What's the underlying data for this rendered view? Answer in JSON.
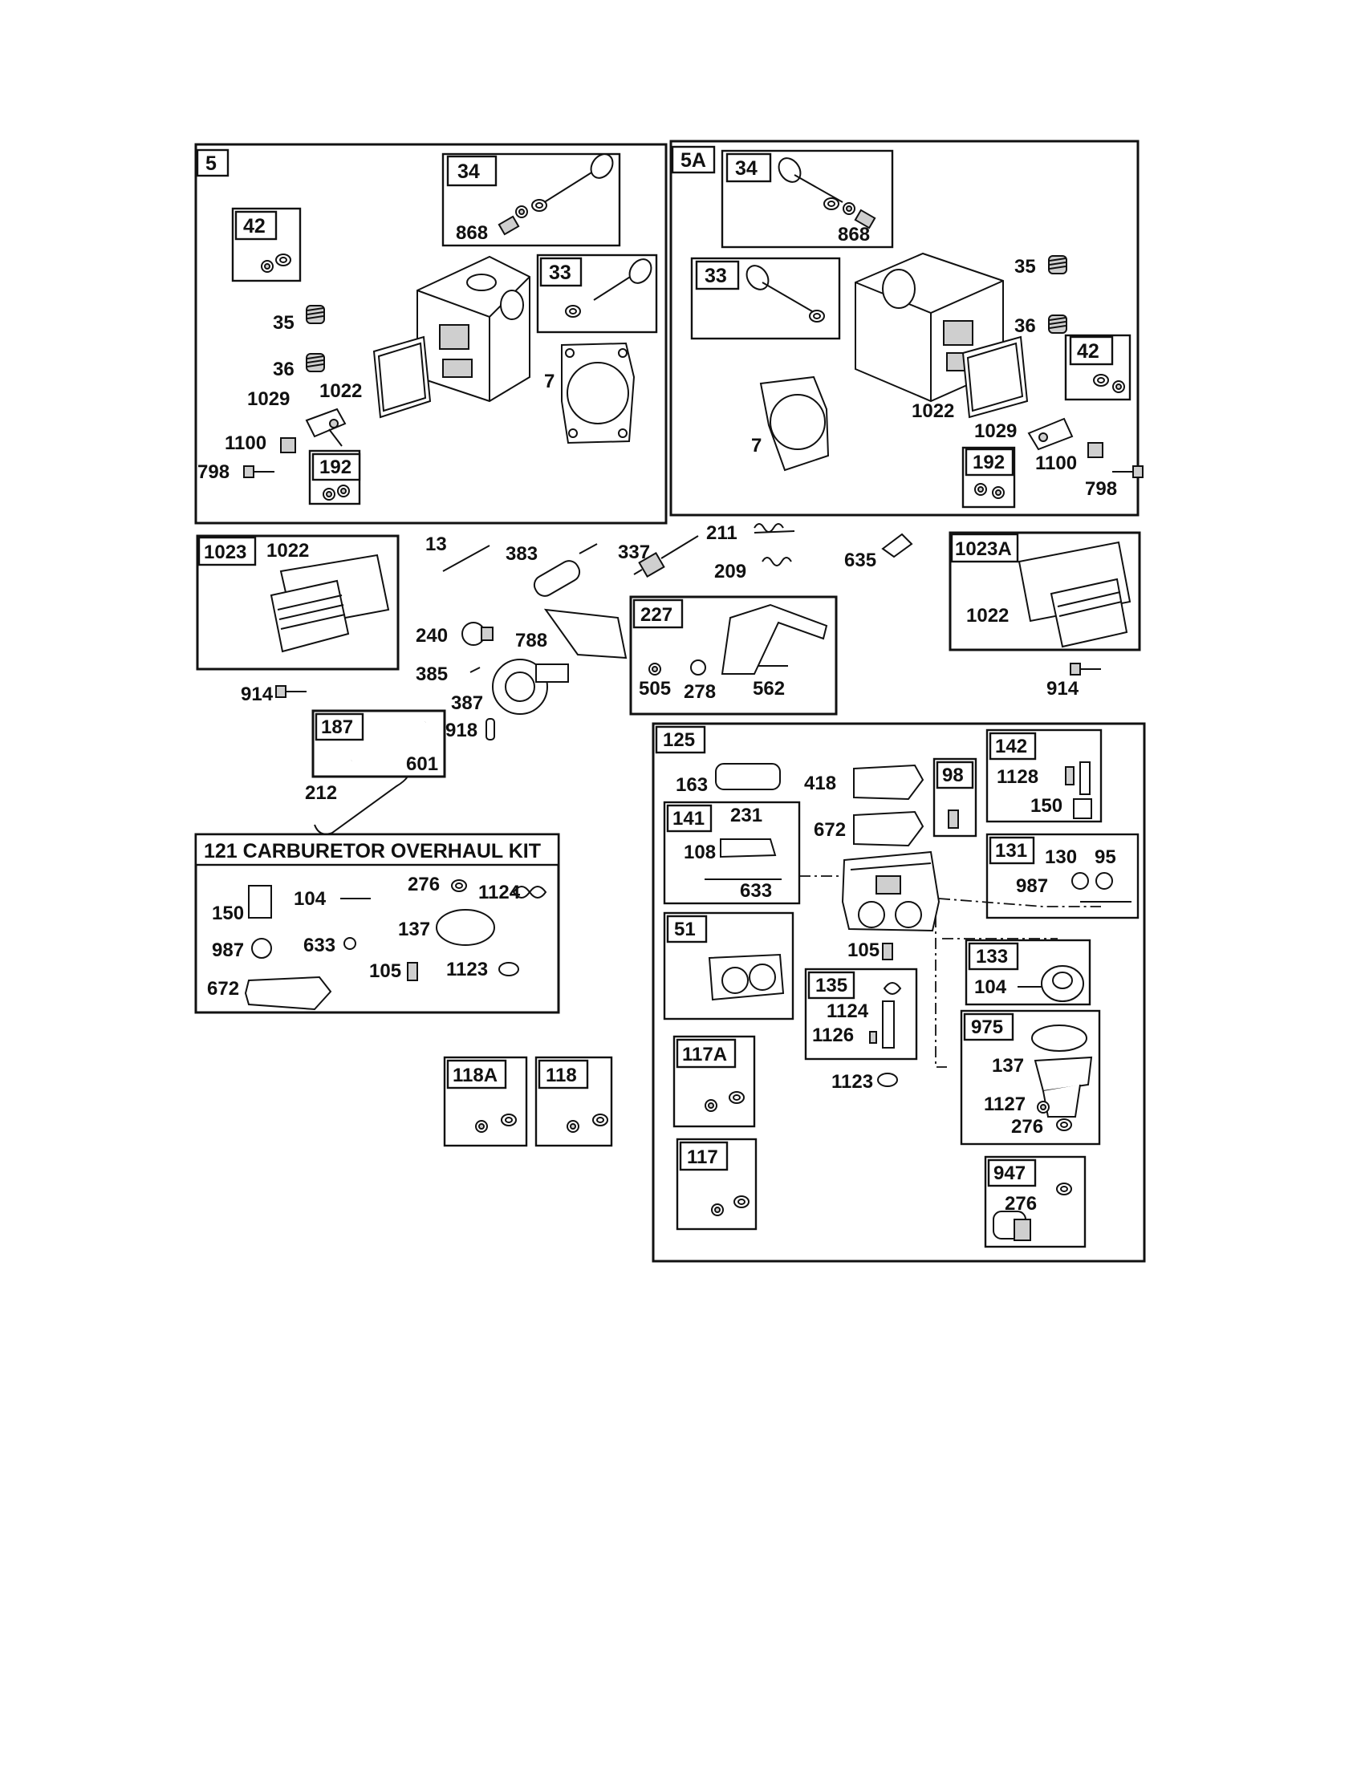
{
  "sections": {
    "head_a": {
      "id": "5",
      "valve_exhaust": "34",
      "valve_intake": "33",
      "seal_kit": "42",
      "cap_kit": "192",
      "parts": [
        "868",
        "35",
        "36",
        "1029",
        "1022",
        "7",
        "1100",
        "798"
      ]
    },
    "head_b": {
      "id": "5A",
      "valve_exhaust": "34",
      "valve_intake": "33",
      "seal_kit": "42",
      "cap_kit": "192",
      "parts": [
        "868",
        "35",
        "36",
        "1022",
        "1029",
        "7",
        "1100",
        "798"
      ]
    },
    "cover_a": {
      "id": "1023",
      "gasket": "1022",
      "screw": "914"
    },
    "cover_b": {
      "id": "1023A",
      "gasket": "1022",
      "screw": "914"
    },
    "misc_parts": [
      "13",
      "383",
      "337",
      "211",
      "209",
      "635",
      "240",
      "788",
      "385",
      "387",
      "918",
      "212"
    ],
    "kit_187": {
      "id": "187",
      "part": "601"
    },
    "kit_227": {
      "id": "227",
      "parts": [
        "505",
        "278",
        "562"
      ]
    },
    "overhaul_kit": {
      "title": "121 CARBURETOR OVERHAUL KIT",
      "parts": [
        "150",
        "104",
        "276",
        "1124",
        "137",
        "987",
        "633",
        "105",
        "1123",
        "672"
      ]
    },
    "small_kits": [
      "118A",
      "118"
    ],
    "carb_group": {
      "id": "125",
      "loose_parts": [
        "163",
        "418",
        "672",
        "105",
        "1123"
      ],
      "kit_98": "98",
      "kit_142": {
        "id": "142",
        "parts": [
          "1128",
          "150"
        ]
      },
      "kit_141": {
        "id": "141",
        "parts": [
          "231",
          "108",
          "633"
        ]
      },
      "kit_131": {
        "id": "131",
        "parts": [
          "130",
          "95",
          "987"
        ]
      },
      "kit_51": "51",
      "kit_133": {
        "id": "133",
        "parts": [
          "104"
        ]
      },
      "kit_135": {
        "id": "135",
        "parts": [
          "1124",
          "1126"
        ]
      },
      "kit_975": {
        "id": "975",
        "parts": [
          "137",
          "1127",
          "276"
        ]
      },
      "kit_947": {
        "id": "947",
        "parts": [
          "276"
        ]
      },
      "kit_117a": "117A",
      "kit_117": "117"
    }
  }
}
